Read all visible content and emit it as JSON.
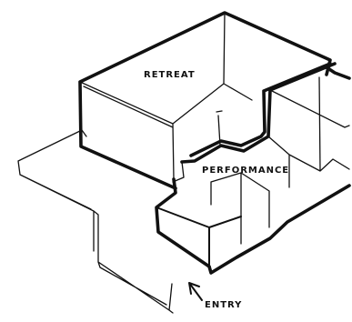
{
  "labels": {
    "retreat": "RETREAT",
    "performance": "PERFORMANCE",
    "entry": "ENTRY"
  }
}
